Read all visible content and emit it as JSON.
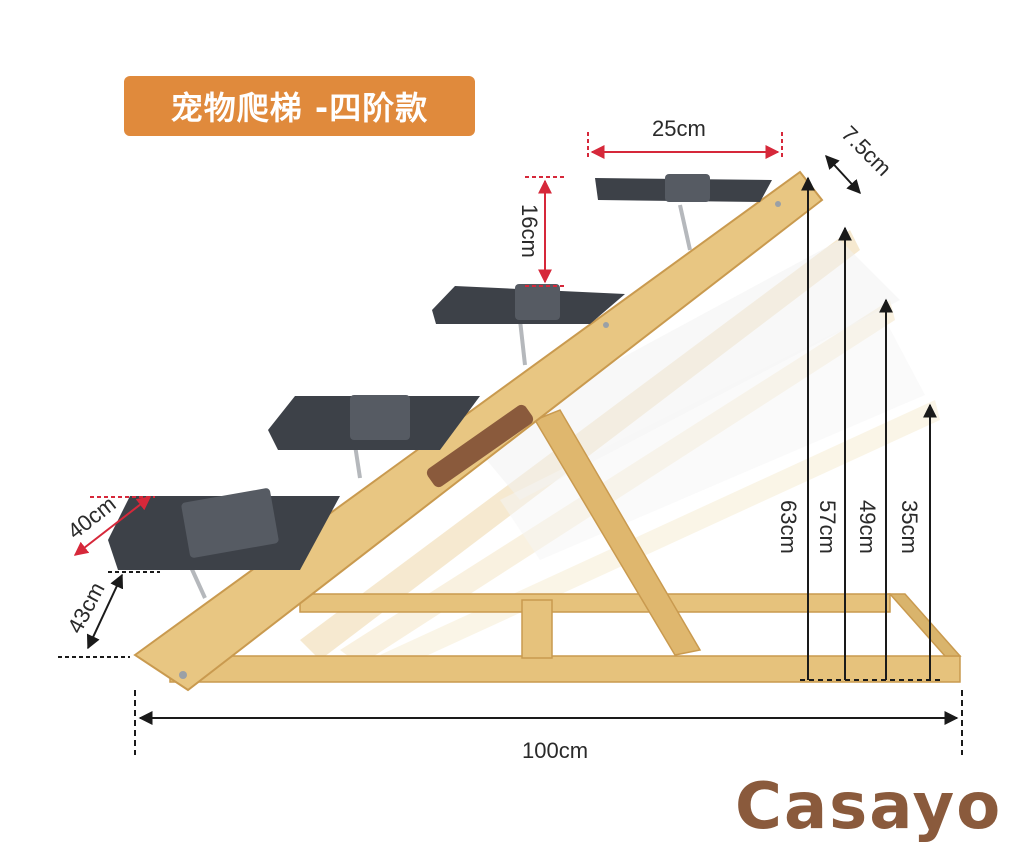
{
  "title": "宠物爬梯 -四阶款",
  "brand": "Casayo",
  "colors": {
    "title_bg": "#e08a3c",
    "brand": "#8a5a3c",
    "wood": "#e6c27c",
    "wood_dark": "#c99a4f",
    "cushion": "#3d4148",
    "dim_red": "#d6283a",
    "dim_black": "#1a1a1a"
  },
  "dimensions": {
    "step_width": "25cm",
    "step_gap": "16cm",
    "board_thickness": "7.5cm",
    "step_depth": "40cm",
    "bottom_step_height": "43cm",
    "total_length": "100cm",
    "heights": [
      "63cm",
      "57cm",
      "49cm",
      "35cm"
    ]
  }
}
